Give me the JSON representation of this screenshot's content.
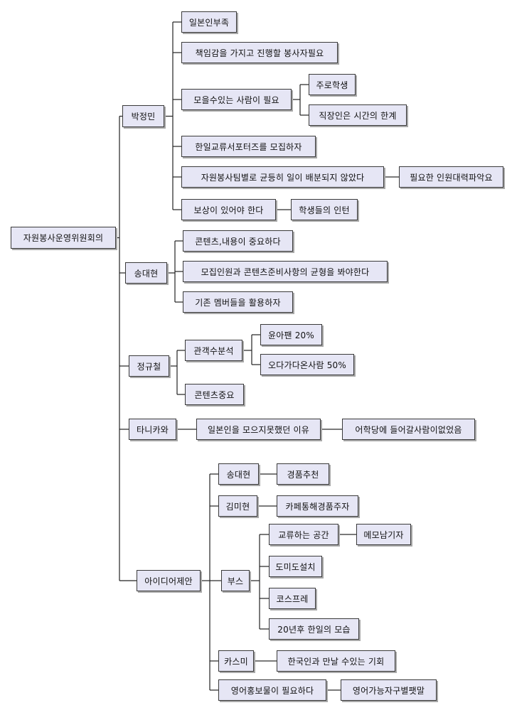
{
  "nodes": {
    "n0": "자원봉사운영위원회의",
    "n1": "박정민",
    "n2": "일본인부족",
    "n3": "책임감을 가지고 진행할 봉사자필요",
    "n4": "모을수있는 사람이 필요",
    "n5": "주로학생",
    "n6": "직장인은 시간의 한계",
    "n7": "한일교류서포터즈를 모집하자",
    "n8": "자원봉사팀별로 균등히 일이 배분되지 않았다",
    "n9": "필요한 인원대력파악요",
    "n10": "보상이 있어야 한다",
    "n11": "학생들의 인턴",
    "n12": "송대현",
    "n13": "콘텐츠,내용이 중요하다",
    "n14": "모집인원과 콘텐츠준비사항의 균형을 봐야한다",
    "n15": "기존 멤버들을 활용하자",
    "n16": "정규철",
    "n17": "관객수분석",
    "n18": "윤아팬 20%",
    "n19": "오다가다온사람 50%",
    "n20": "콘텐츠중요",
    "n21": "타니카와",
    "n22": "일본인을 모으지못했던 이유",
    "n23": "어학당에 들어갈사람이없었음",
    "n24": "아이디어제안",
    "n25": "송대현",
    "n26": "경품추천",
    "n27": "김미현",
    "n28": "카페통해경품주자",
    "n29": "부스",
    "n30": "교류하는 공간",
    "n31": "메모남기자",
    "n32": "도미도설치",
    "n33": "코스프레",
    "n34": "20년후 한일의 모습",
    "n35": "카스미",
    "n36": "한국인과 만날 수있는 기회",
    "n37": "영어홍보물이 필요하다",
    "n38": "영어가능자구별팻말"
  },
  "edges": [
    [
      "n0",
      "n1"
    ],
    [
      "n0",
      "n12"
    ],
    [
      "n0",
      "n16"
    ],
    [
      "n0",
      "n21"
    ],
    [
      "n0",
      "n24"
    ],
    [
      "n1",
      "n2"
    ],
    [
      "n1",
      "n3"
    ],
    [
      "n1",
      "n4"
    ],
    [
      "n1",
      "n7"
    ],
    [
      "n1",
      "n8"
    ],
    [
      "n1",
      "n10"
    ],
    [
      "n4",
      "n5"
    ],
    [
      "n4",
      "n6"
    ],
    [
      "n8",
      "n9"
    ],
    [
      "n10",
      "n11"
    ],
    [
      "n12",
      "n13"
    ],
    [
      "n12",
      "n14"
    ],
    [
      "n12",
      "n15"
    ],
    [
      "n16",
      "n17"
    ],
    [
      "n16",
      "n20"
    ],
    [
      "n17",
      "n18"
    ],
    [
      "n17",
      "n19"
    ],
    [
      "n21",
      "n22"
    ],
    [
      "n22",
      "n23"
    ],
    [
      "n24",
      "n25"
    ],
    [
      "n24",
      "n27"
    ],
    [
      "n24",
      "n29"
    ],
    [
      "n24",
      "n35"
    ],
    [
      "n24",
      "n37"
    ],
    [
      "n25",
      "n26"
    ],
    [
      "n27",
      "n28"
    ],
    [
      "n29",
      "n30"
    ],
    [
      "n29",
      "n32"
    ],
    [
      "n29",
      "n33"
    ],
    [
      "n29",
      "n34"
    ],
    [
      "n30",
      "n31"
    ],
    [
      "n35",
      "n36"
    ],
    [
      "n37",
      "n38"
    ]
  ]
}
